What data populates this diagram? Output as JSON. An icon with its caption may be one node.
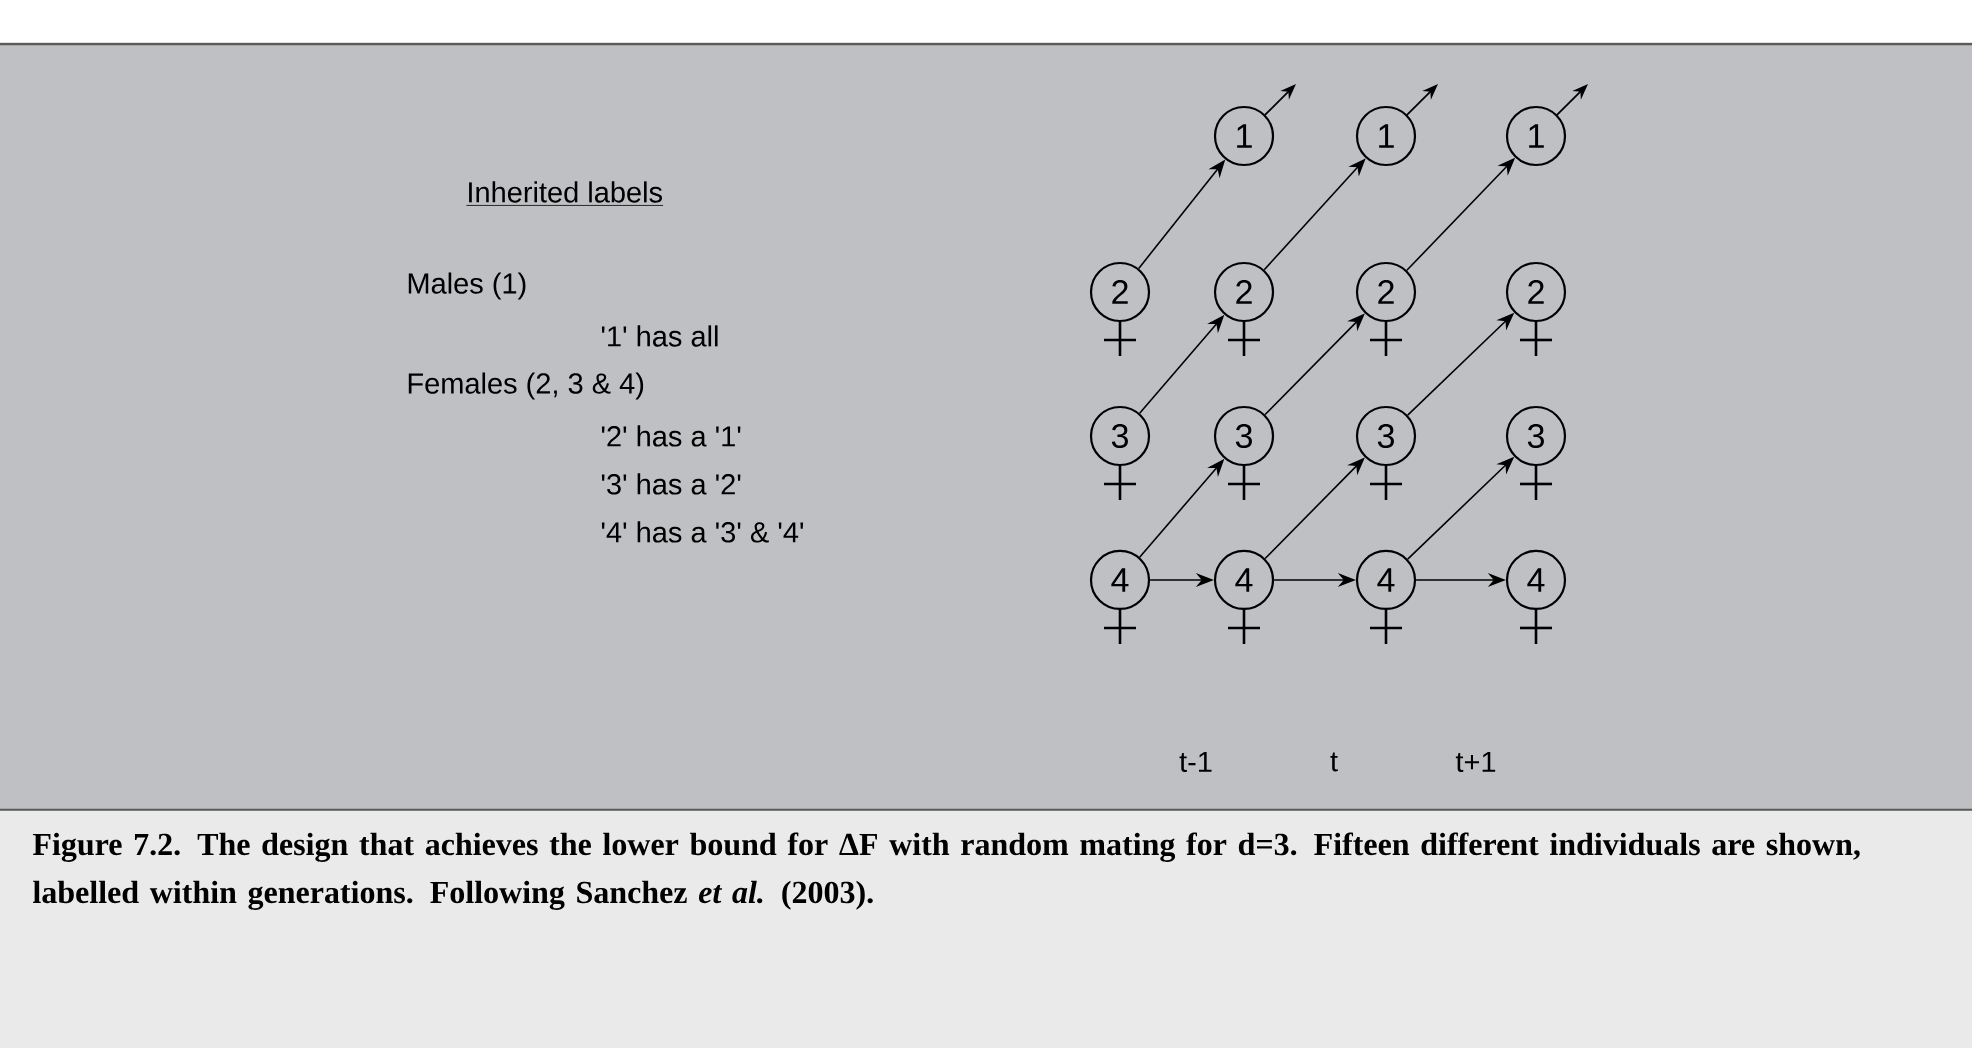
{
  "diagram": {
    "caption": "Figure 7.2. The design that achieves the lower bound for ΔF with random mating for d=3. Fifteen different individuals are shown, labelled within generations. Following Sanchez *et al.* (2003).",
    "nodes": [
      {
        "text": [
          "1"
        ]
      },
      {
        "text": [
          "1"
        ]
      },
      {
        "text": [
          "1"
        ]
      },
      {
        "text": [
          "2"
        ]
      },
      {
        "text": [
          "2"
        ]
      },
      {
        "text": [
          "2"
        ]
      },
      {
        "text": [
          "2"
        ]
      },
      {
        "text": [
          "3"
        ]
      },
      {
        "text": [
          "3"
        ]
      },
      {
        "text": [
          "3"
        ]
      },
      {
        "text": [
          "3"
        ]
      },
      {
        "text": [
          "4"
        ]
      },
      {
        "text": [
          "4"
        ]
      },
      {
        "text": [
          "4"
        ]
      },
      {
        "text": [
          "4"
        ]
      }
    ],
    "edges": [
      {
        "from": 3,
        "to": 0,
        "arrow": "to"
      },
      {
        "from": 4,
        "to": 1,
        "arrow": "to"
      },
      {
        "from": 5,
        "to": 2,
        "arrow": "to"
      },
      {
        "from": 7,
        "to": 4,
        "arrow": "to"
      },
      {
        "from": 8,
        "to": 5,
        "arrow": "to"
      },
      {
        "from": 9,
        "to": 6,
        "arrow": "to"
      },
      {
        "from": 11,
        "to": 8,
        "arrow": "to"
      },
      {
        "from": 12,
        "to": 9,
        "arrow": "to"
      },
      {
        "from": 13,
        "to": 10,
        "arrow": "to"
      },
      {
        "from": 11,
        "to": 12,
        "arrow": "to"
      },
      {
        "from": 12,
        "to": 13,
        "arrow": "to"
      },
      {
        "from": 13,
        "to": 14,
        "arrow": "to"
      }
    ],
    "labels": [
      "Inherited labels",
      "Males (1)",
      "'1' has all",
      "Females (2, 3 & 4)",
      "'2' has a '1'",
      "'3' has a '2'",
      "'4' has a '3' & '4'",
      "t-1",
      "t",
      "t+1"
    ]
  }
}
